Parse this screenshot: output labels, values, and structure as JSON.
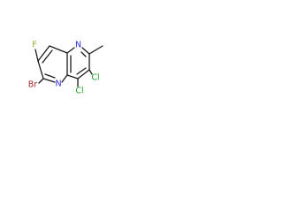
{
  "molecule": {
    "atoms": [
      {
        "id": "N1",
        "label": "N",
        "color": "#2a2ad8"
      },
      {
        "id": "N5",
        "label": "N",
        "color": "#2a2ad8"
      },
      {
        "id": "F",
        "label": "F",
        "color": "#8fb02a"
      },
      {
        "id": "Br",
        "label": "Br",
        "color": "#a52a2a"
      },
      {
        "id": "Cl3",
        "label": "Cl",
        "color": "#1e9e2a"
      },
      {
        "id": "Cl4",
        "label": "Cl",
        "color": "#1e9e2a"
      }
    ],
    "bond_color": "#1a1a1a"
  }
}
